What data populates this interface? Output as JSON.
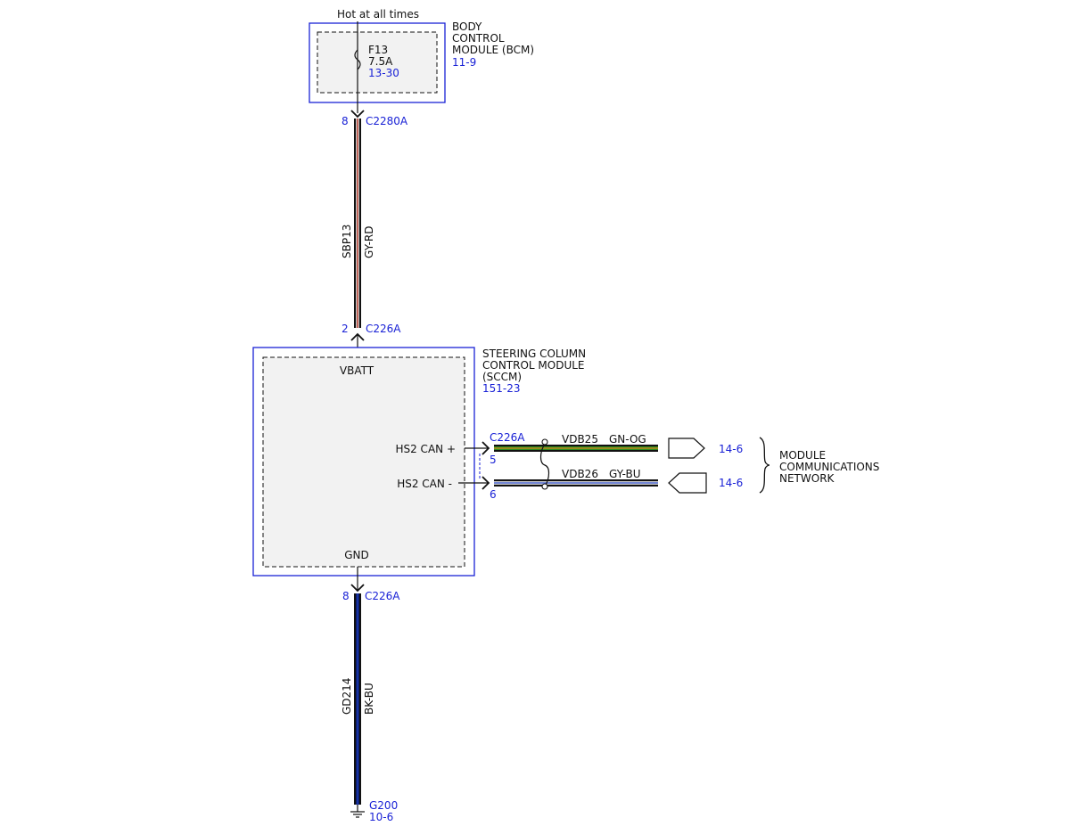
{
  "top_supply": {
    "label": "Hot at all times"
  },
  "bcm": {
    "name_lines": [
      "BODY",
      "CONTROL",
      "MODULE (BCM)"
    ],
    "ref": "11-9",
    "fuse": {
      "id": "F13",
      "rating": "7.5A",
      "ref": "13-30"
    }
  },
  "c2280a": {
    "pin": "8",
    "connector": "C2280A"
  },
  "wire_sbp13": {
    "circuit": "SBP13",
    "color": "GY-RD"
  },
  "c226a_top": {
    "pin": "2",
    "connector": "C226A"
  },
  "sccm": {
    "name_lines": [
      "STEERING COLUMN",
      "CONTROL MODULE",
      "(SCCM)"
    ],
    "ref": "151-23",
    "pins": {
      "vbatt": "VBATT",
      "gnd": "GND",
      "can_hi": "HS2 CAN +",
      "can_lo": "HS2 CAN -"
    }
  },
  "can_connector": {
    "connector": "C226A",
    "pin_hi": "5",
    "pin_lo": "6"
  },
  "wire_vdb25": {
    "circuit": "VDB25",
    "color": "GN-OG",
    "ref": "14-6"
  },
  "wire_vdb26": {
    "circuit": "VDB26",
    "color": "GY-BU",
    "ref": "14-6"
  },
  "network": {
    "lines": [
      "MODULE",
      "COMMUNICATIONS",
      "NETWORK"
    ]
  },
  "c226a_bottom": {
    "pin": "8",
    "connector": "C226A"
  },
  "wire_gd214": {
    "circuit": "GD214",
    "color": "BK-BU"
  },
  "ground": {
    "id": "G200",
    "ref": "10-6"
  },
  "colors": {
    "module_border": "#1a22d6",
    "ref_text": "#1a22d6",
    "module_fill": "#f2f2f2",
    "gy_rd_wire": "#c0392b",
    "gn_og_wire": "#2e8b1e",
    "gy_bu_wire": "#3b5bdb",
    "bk_bu_wire": "#0b1a66"
  }
}
